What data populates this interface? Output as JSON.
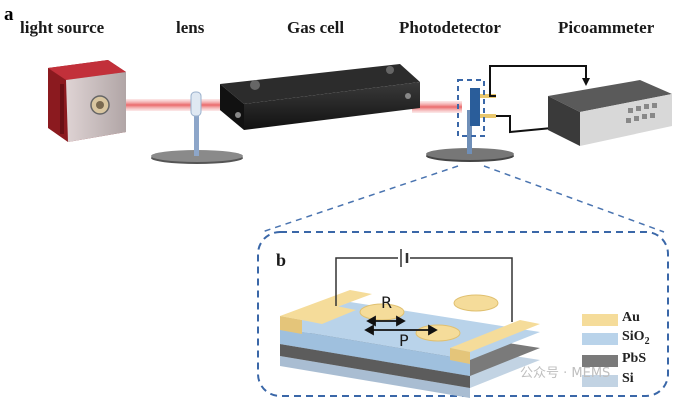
{
  "panel_a": "a",
  "panel_b": "b",
  "labels": {
    "light_source": "light source",
    "lens": "lens",
    "gas_cell": "Gas cell",
    "photodetector": "Photodetector",
    "picoammeter": "Picoammeter"
  },
  "device": {
    "r_label": "R",
    "p_label": "P"
  },
  "legend": [
    {
      "label": "Au",
      "color": "#f5dc9a"
    },
    {
      "label": "SiO",
      "sub": "2",
      "color": "#b9d3ea"
    },
    {
      "label": "PbS",
      "color": "#7a7a7a"
    },
    {
      "label": "Si",
      "color": "#c2d3e3"
    }
  ],
  "watermark": "公众号 · MEMS"
}
